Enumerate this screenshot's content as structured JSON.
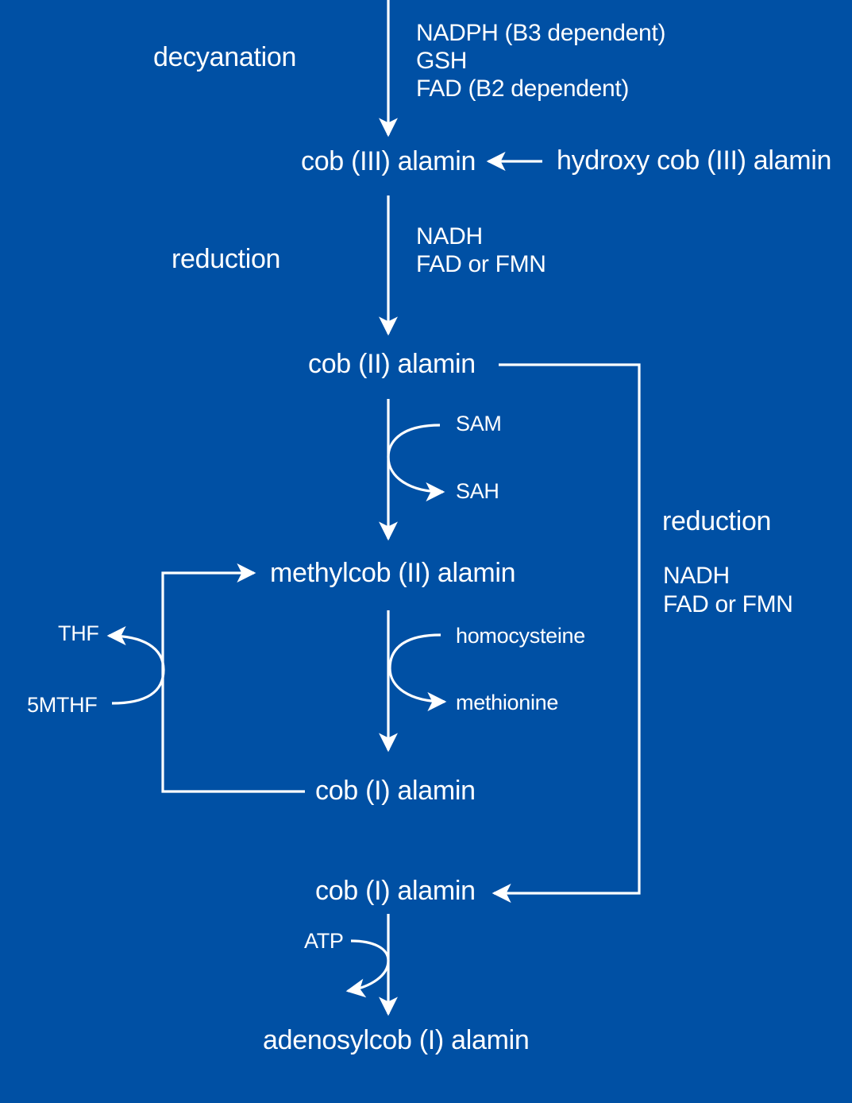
{
  "colors": {
    "background": "#0050a4",
    "foreground": "#ffffff"
  },
  "steps": {
    "decyanation": "decyanation",
    "reduction_1": "reduction",
    "reduction_2": "reduction"
  },
  "cofactors": {
    "decyanation": [
      "NADPH (B3 dependent)",
      "GSH",
      "FAD (B2 dependent)"
    ],
    "reduction_1": [
      "NADH",
      "FAD or FMN"
    ],
    "reduction_2": [
      "NADH",
      "FAD or FMN"
    ]
  },
  "compounds": {
    "cob_iii": "cob (III) alamin",
    "hydroxy_cob_iii": "hydroxy cob (III) alamin",
    "cob_ii": "cob (II) alamin",
    "methylcob_ii": "methylcob (II) alamin",
    "cob_i_left": "cob (I) alamin",
    "cob_i_right": "cob (I) alamin",
    "adenosylcob_i": "adenosylcob (I) alamin"
  },
  "side_reactions": {
    "sam": "SAM",
    "sah": "SAH",
    "homocysteine": "homocysteine",
    "methionine": "methionine",
    "thf": "THF",
    "five_mthf": "5MTHF",
    "atp": "ATP"
  }
}
